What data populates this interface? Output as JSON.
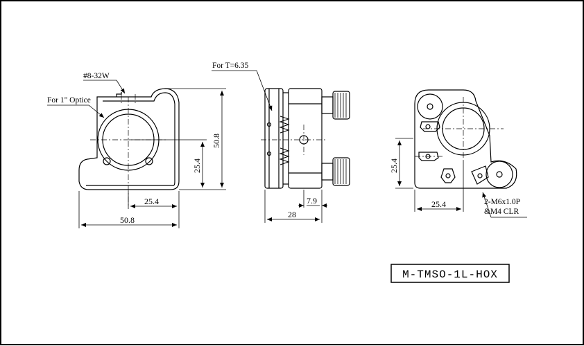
{
  "labels": {
    "thread": "#8-32W",
    "optic": "For 1\" Optice",
    "thickness": "For T=6.35",
    "screws_line1": "2-M6x1.0P",
    "screws_line2": "&M4 CLR"
  },
  "dimensions": {
    "front_height": "50.8",
    "front_inner_height": "25.4",
    "front_inner_width": "25.4",
    "front_width": "50.8",
    "side_depth_small": "7.9",
    "side_depth": "28",
    "back_height": "25.4",
    "back_width": "25.4"
  },
  "part_number": "M-TMSO-1L-HOX",
  "colors": {
    "line": "#000000",
    "background": "#ffffff"
  }
}
